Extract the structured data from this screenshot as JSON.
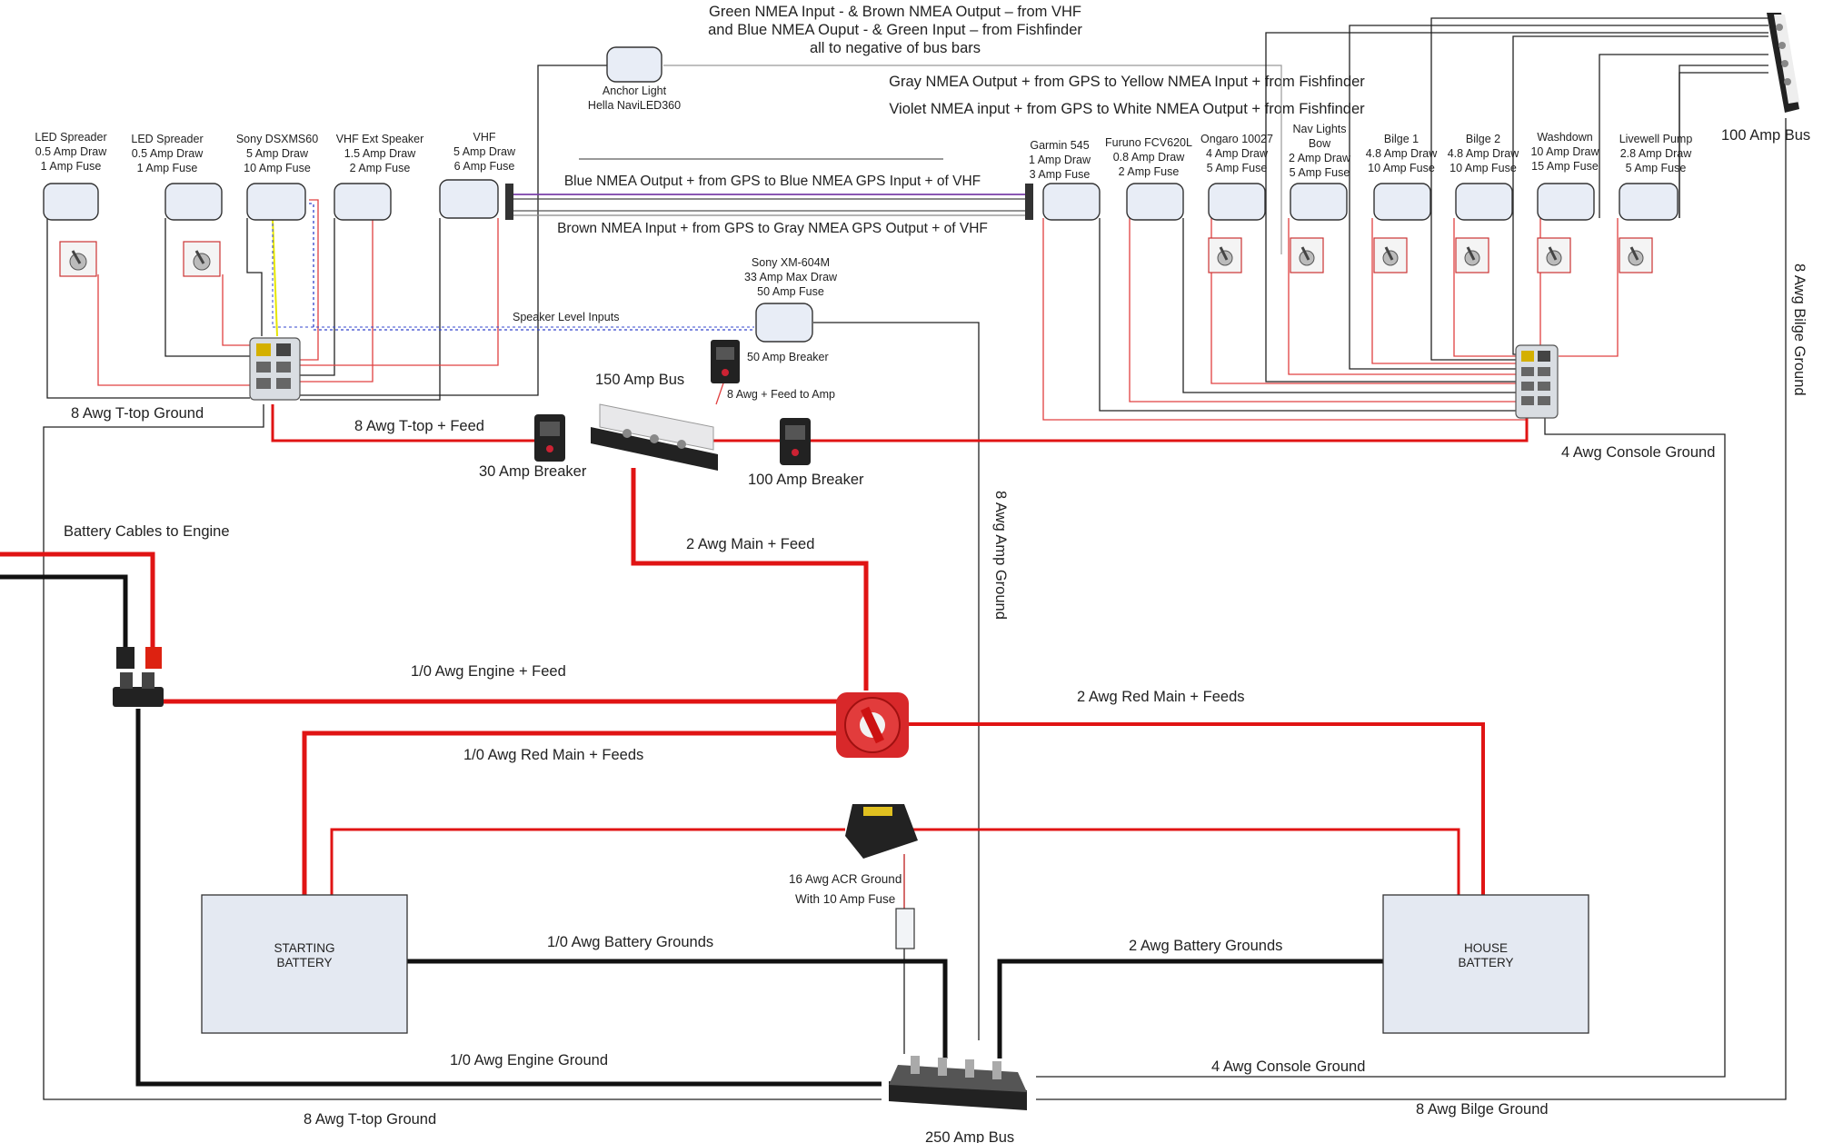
{
  "notes": {
    "vhf_fishfinder_line1": "Green NMEA Input - & Brown NMEA Output – from VHF",
    "vhf_fishfinder_line2": "and Blue NMEA Ouput - & Green Input – from Fishfinder",
    "vhf_fishfinder_line3": "all to negative of bus bars",
    "gray_nmea": "Gray NMEA Output + from GPS to Yellow NMEA Input + from Fishfinder",
    "violet_nmea": "Violet NMEA input + from GPS to White NMEA Output + from Fishfinder",
    "blue_nmea": "Blue NMEA Output + from GPS to Blue NMEA GPS Input + of VHF",
    "brown_nmea": "Brown NMEA Input + from GPS to Gray NMEA GPS Output + of VHF"
  },
  "anchor_light": {
    "line1": "Anchor Light",
    "line2": "Hella NaviLED360"
  },
  "amp": {
    "line1": "Sony XM-604M",
    "line2": "33 Amp Max Draw",
    "line3": "50 Amp Fuse"
  },
  "left_devices": [
    {
      "name": "LED Spreader",
      "draw": "0.5 Amp Draw",
      "fuse": "1 Amp Fuse"
    },
    {
      "name": "LED Spreader",
      "draw": "0.5 Amp Draw",
      "fuse": "1 Amp Fuse"
    },
    {
      "name": "Sony DSXMS60",
      "draw": "5 Amp Draw",
      "fuse": "10 Amp Fuse"
    },
    {
      "name": "VHF Ext Speaker",
      "draw": "1.5 Amp Draw",
      "fuse": "2 Amp Fuse"
    },
    {
      "name": "VHF",
      "draw": "5 Amp Draw",
      "fuse": "6 Amp Fuse"
    }
  ],
  "right_devices": [
    {
      "name": "Garmin 545",
      "draw": "1 Amp Draw",
      "fuse": "3 Amp Fuse"
    },
    {
      "name": "Furuno FCV620L",
      "draw": "0.8 Amp Draw",
      "fuse": "2 Amp Fuse"
    },
    {
      "name": "Ongaro 10027",
      "draw": "4 Amp Draw",
      "fuse": "5 Amp Fuse"
    },
    {
      "name": "Nav Lights",
      "name2": "Bow",
      "draw": "2 Amp Draw",
      "fuse": "5 Amp Fuse"
    },
    {
      "name": "Bilge 1",
      "draw": "4.8 Amp Draw",
      "fuse": "10 Amp Fuse"
    },
    {
      "name": "Bilge 2",
      "draw": "4.8 Amp Draw",
      "fuse": "10 Amp Fuse"
    },
    {
      "name": "Washdown",
      "draw": "10 Amp Draw",
      "fuse": "15 Amp Fuse"
    },
    {
      "name": "Livewell Pump",
      "draw": "2.8 Amp Draw",
      "fuse": "5 Amp Fuse"
    }
  ],
  "labels": {
    "bus_100": "100 Amp Bus",
    "bus_150": "150 Amp Bus",
    "bus_250": "250 Amp Bus",
    "bilge_ground_vertical": "8 Awg Bilge Ground",
    "amp_ground_vertical": "8 Awg Amp Ground",
    "speaker_level": "Speaker Level Inputs",
    "breaker_50": "50 Amp Breaker",
    "feed_to_amp": "8 Awg + Feed to Amp",
    "ttop_ground_top": "8 Awg T-top Ground",
    "ttop_feed": "8 Awg T-top + Feed",
    "breaker_30": "30 Amp Breaker",
    "breaker_100": "100 Amp Breaker",
    "console_ground_top": "4 Awg Console Ground",
    "battery_cables": "Battery Cables to Engine",
    "main_feed_2awg": "2 Awg Main + Feed",
    "engine_feed": "1/0 Awg Engine +  Feed",
    "red_main_2awg": "2 Awg Red Main + Feeds",
    "red_main_10awg": "1/0 Awg Red Main +  Feeds",
    "acr_ground": "16 Awg ACR Ground",
    "acr_fuse": "With 10 Amp Fuse",
    "battery_grounds_10": "1/0 Awg Battery Grounds",
    "battery_grounds_2": "2 Awg Battery Grounds",
    "engine_ground": "1/0 Awg Engine Ground",
    "console_ground_bottom": "4 Awg Console Ground",
    "ttop_ground_bottom": "8 Awg T-top Ground",
    "bilge_ground_bottom": "8 Awg Bilge Ground"
  },
  "batteries": {
    "starting_line1": "STARTING",
    "starting_line2": "BATTERY",
    "house_line1": "HOUSE",
    "house_line2": "BATTERY"
  },
  "colors": {
    "red_wire": "#e01414",
    "black_wire": "#111111",
    "nmea_violet": "#7a3fa8",
    "speaker_blue": "#3344cc",
    "feed_yellow": "#e6e600",
    "box_fill": "#e4e9f2"
  }
}
